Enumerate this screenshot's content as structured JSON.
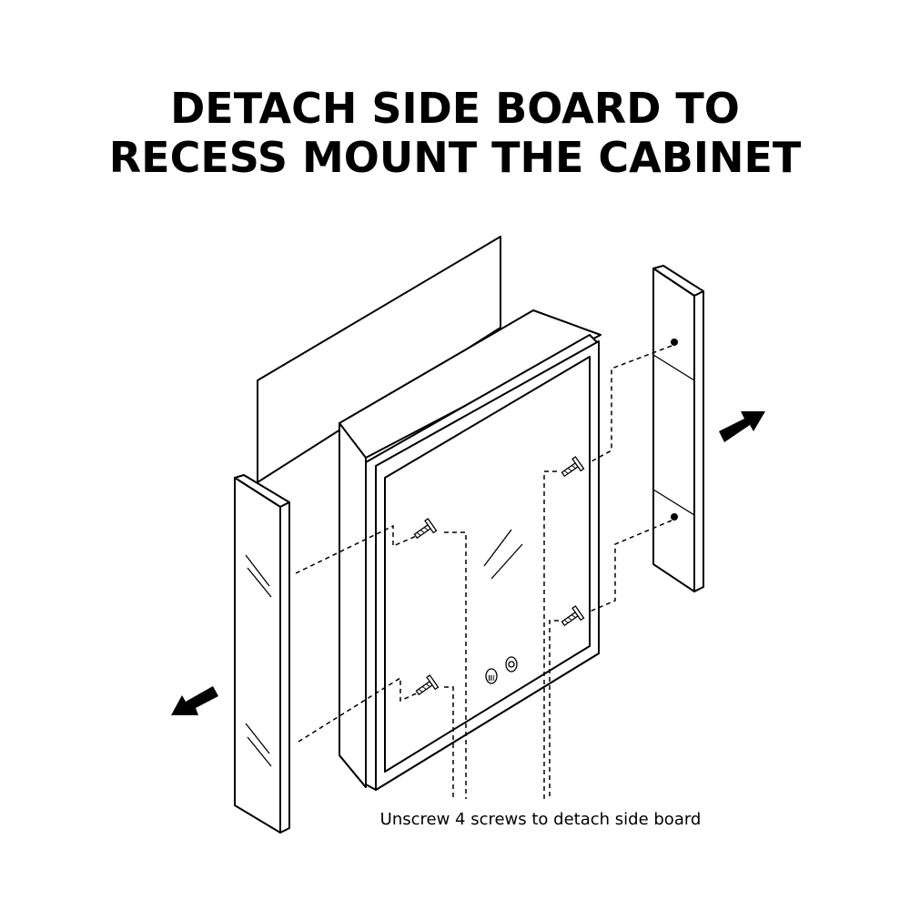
{
  "title": {
    "line1": "DETACH SIDE BOARD TO",
    "line2": "RECESS MOUNT THE CABINET"
  },
  "caption": "Unscrew 4 screws to detach side board",
  "icons": [
    "screw-icon",
    "arrow-icon",
    "touch-button-icon"
  ],
  "colors": {
    "ink": "#000000",
    "background": "#ffffff"
  }
}
